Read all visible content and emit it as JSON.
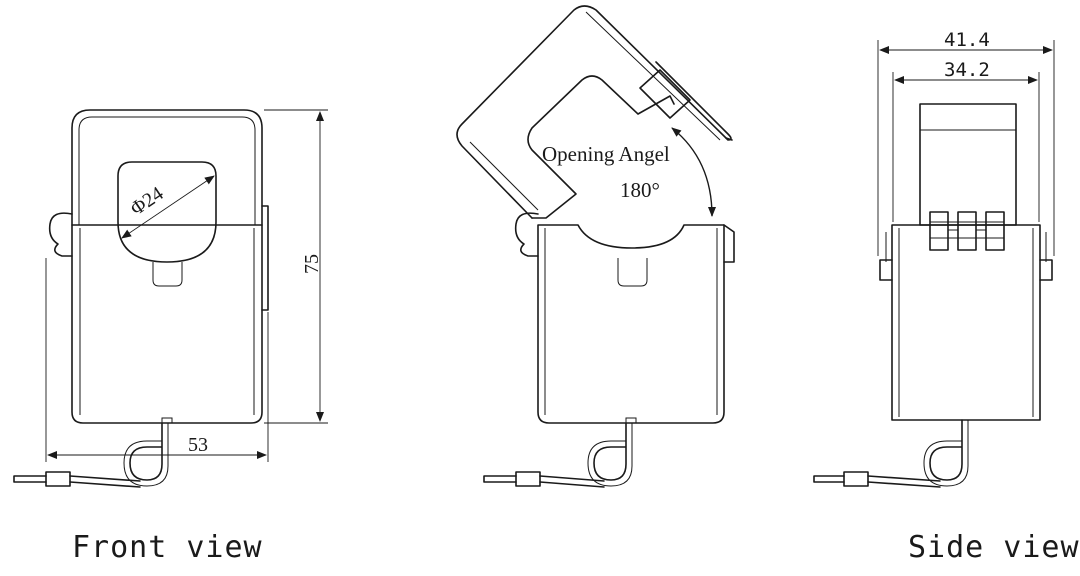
{
  "labels": {
    "front_view": "Front view",
    "side_view": "Side view",
    "opening": "Opening Angel",
    "angle": "180°"
  },
  "dimensions": {
    "hole_diameter": "Φ24",
    "height": "75",
    "width": "53",
    "side_outer_width": "41.4",
    "side_inner_width": "34.2"
  }
}
